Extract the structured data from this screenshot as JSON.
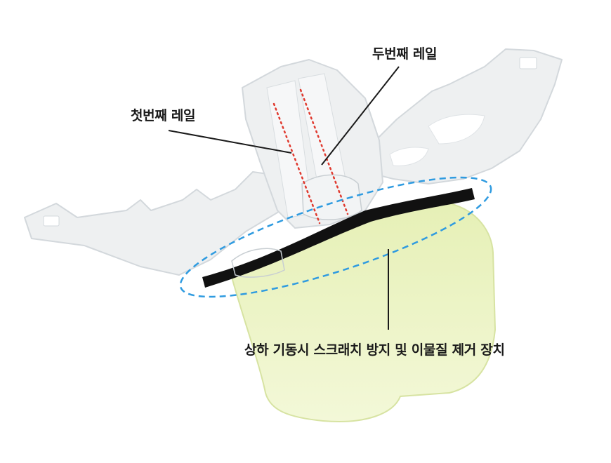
{
  "labels": {
    "second_rail": "두번째 레일",
    "first_rail": "첫번째 레일",
    "scratch_device": "상하 기동시 스크래치 방지 및 이물질 제거 장치"
  },
  "colors": {
    "frame": "#eef0f1",
    "frame_edge": "#d3d8dc",
    "visor": "#eef5c9",
    "visor_edge": "#d7e3a2",
    "strip": "#111111",
    "rail_marker": "#e03a2f",
    "callout_ellipse": "#2f9be0",
    "leader_line": "#1a1a1a"
  }
}
